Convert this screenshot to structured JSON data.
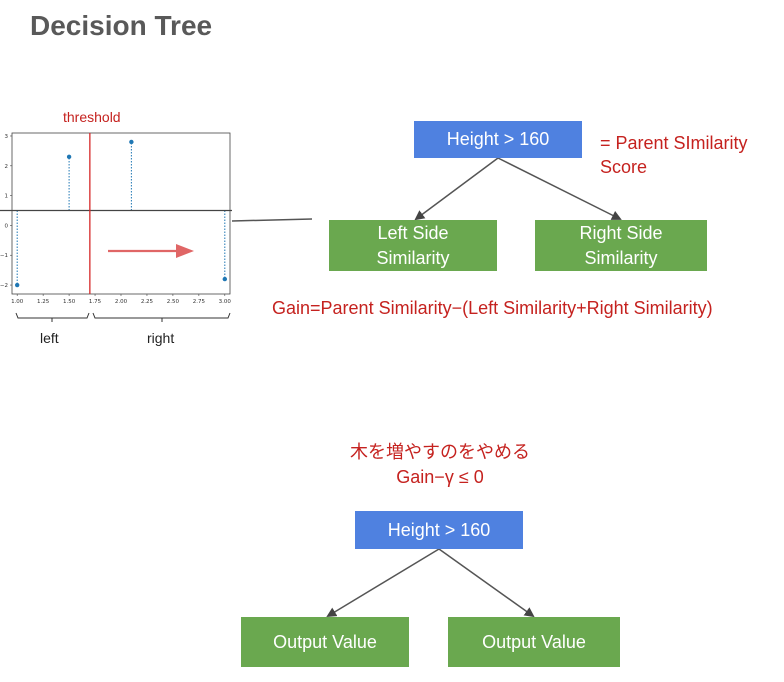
{
  "slide_title": "Decision Tree",
  "threshold_label": "threshold",
  "tree_top": {
    "root": "Height > 160",
    "left_child": "Left Side\nSimilarity",
    "right_child": "Right Side\nSimilarity",
    "parent_note": "=  Parent SImilarity\nScore"
  },
  "gain_formula": "Gain=Parent Similarity−(Left Similarity+Right Similarity)",
  "stop_condition": {
    "line1": "木を増やすのをやめる",
    "line2": "Gain−γ ≤ 0"
  },
  "tree_bottom": {
    "root": "Height > 160",
    "left_leaf": "Output Value",
    "right_leaf": "Output Value"
  },
  "chart_data": {
    "type": "scatter",
    "x": [
      1.0,
      1.5,
      2.1,
      3.0
    ],
    "y": [
      -2.0,
      2.3,
      2.8,
      -1.8
    ],
    "xlim": [
      0.95,
      3.05
    ],
    "ylim": [
      -2.3,
      3.1
    ],
    "x_ticks": [
      "1.00",
      "1.25",
      "1.50",
      "1.75",
      "2.00",
      "2.25",
      "2.50",
      "2.75",
      "3.00"
    ],
    "y_ticks": [
      "3",
      "2",
      "1",
      "0",
      "−1",
      "−2"
    ],
    "threshold_x": 1.7,
    "baseline_y": 0.5,
    "brace_labels": [
      "left",
      "right"
    ],
    "colors": {
      "points": "#1f77b4",
      "threshold": "#d62728",
      "arrow": "#e06666"
    }
  }
}
